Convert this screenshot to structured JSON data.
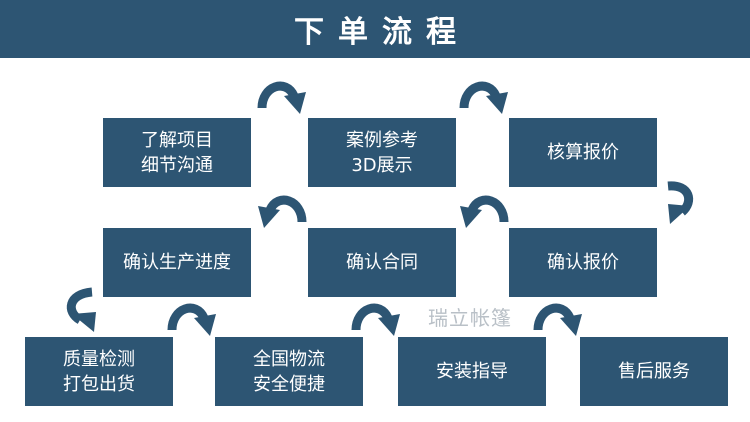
{
  "header": {
    "title": "下单流程"
  },
  "steps": [
    {
      "line1": "了解项目",
      "line2": "细节沟通"
    },
    {
      "line1": "案例参考",
      "line2": "3D展示"
    },
    {
      "line1": "核算报价",
      "line2": ""
    },
    {
      "line1": "确认报价",
      "line2": ""
    },
    {
      "line1": "确认合同",
      "line2": ""
    },
    {
      "line1": "确认生产进度",
      "line2": ""
    },
    {
      "line1": "质量检测",
      "line2": "打包出货"
    },
    {
      "line1": "全国物流",
      "line2": "安全便捷"
    },
    {
      "line1": "安装指导",
      "line2": ""
    },
    {
      "line1": "售后服务",
      "line2": ""
    }
  ],
  "watermark": "瑞立帐篷",
  "colors": {
    "box": "#2d5573",
    "text": "#ffffff",
    "watermark": "#b9c0c7"
  }
}
